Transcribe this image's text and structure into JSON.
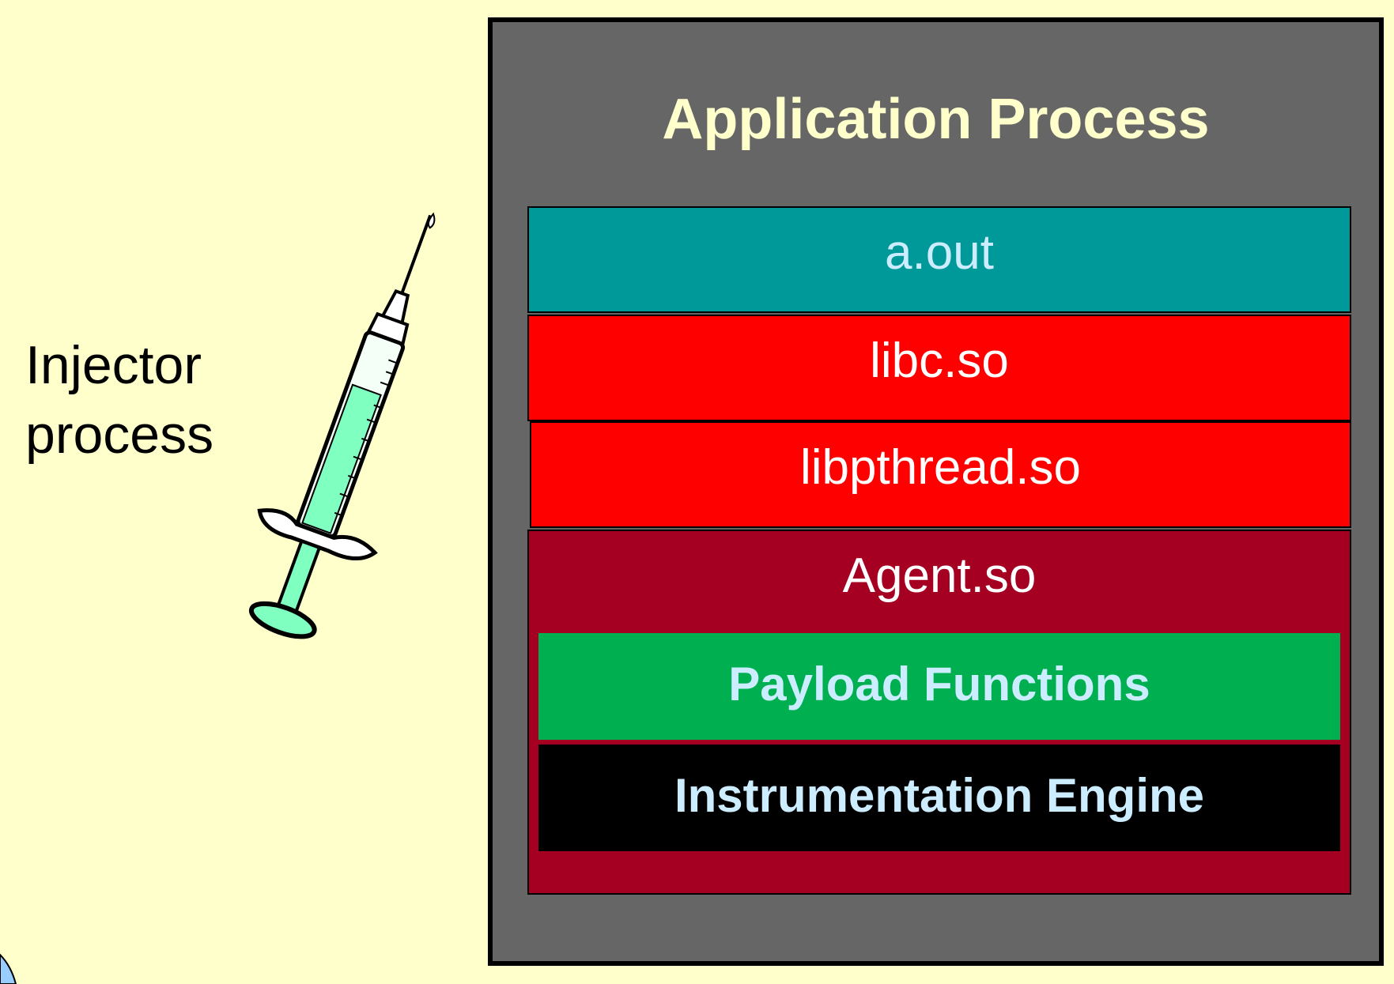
{
  "injector": {
    "line1": "Injector",
    "line2": "process"
  },
  "application": {
    "title": "Application Process",
    "layers": {
      "aout": "a.out",
      "libc": "libc.so",
      "libpthread": "libpthread.so",
      "agent": "Agent.so"
    },
    "agent_components": {
      "payload": "Payload Functions",
      "engine": "Instrumentation Engine"
    }
  },
  "colors": {
    "background": "#FFFFCC",
    "app_box": "#666666",
    "aout": "#009999",
    "libs": "#FF0000",
    "agent": "#A50021",
    "payload": "#00B050",
    "engine": "#000000"
  },
  "icons": [
    "syringe-icon"
  ]
}
